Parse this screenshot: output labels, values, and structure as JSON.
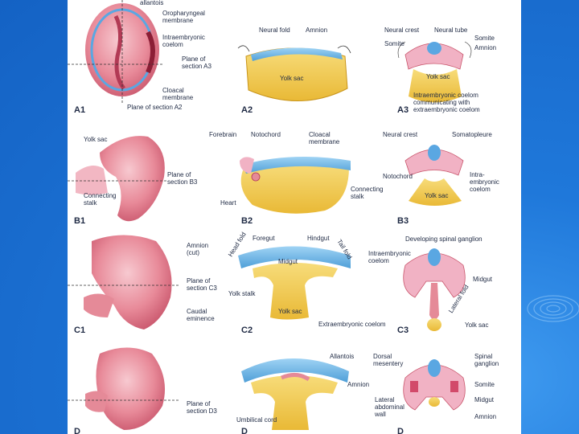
{
  "labels": {
    "allantois_top": "allantois",
    "oropharyngeal": "Oropharyngeal membrane",
    "oro1": "Oropharyngeal",
    "oro2": "membrane",
    "intraemb1": "Intraembryonic",
    "intraemb2": "coelom",
    "plane_a3_1": "Plane of",
    "plane_a3_2": "section A3",
    "cloacal1": "Cloacal",
    "cloacal2": "membrane",
    "plane_a2": "Plane of section A2",
    "neural_fold": "Neural fold",
    "amnion_a2": "Amnion",
    "yolk_sac_a2": "Yolk sac",
    "neural_crest_a3": "Neural crest",
    "neural_tube_a3": "Neural tube",
    "somite_a3a": "Somite",
    "somite_a3b": "Somite",
    "amnion_a3": "Amnion",
    "yolk_sac_a3": "Yolk sac",
    "intra_comm1": "Intraembryonic coelom",
    "intra_comm2": "communicating with",
    "intra_comm3": "extraembryonic coelom",
    "yolk_sac_b1": "Yolk sac",
    "plane_b3_1": "Plane of",
    "plane_b3_2": "section B3",
    "connecting_b1_1": "Connecting",
    "connecting_b1_2": "stalk",
    "forebrain": "Forebrain",
    "notochord_b2": "Notochord",
    "cloacal_b2_1": "Cloacal",
    "cloacal_b2_2": "membrane",
    "heart": "Heart",
    "connecting_b2_1": "Connecting",
    "connecting_b2_2": "stalk",
    "neural_crest_b3": "Neural crest",
    "somatopleure": "Somatopleure",
    "notochord_b3": "Notochord",
    "intra_b3_1": "Intra-",
    "intra_b3_2": "embryonic",
    "intra_b3_3": "coelom",
    "yolk_sac_b3": "Yolk sac",
    "amnion_cut1": "Amnion",
    "amnion_cut2": "(cut)",
    "plane_c3_1": "Plane of",
    "plane_c3_2": "section C3",
    "caudal1": "Caudal",
    "caudal2": "eminence",
    "foregut": "Foregut",
    "hindgut": "Hindgut",
    "head_fold": "Head fold",
    "tail_fold": "Tail fold",
    "midgut_c2": "Midgut",
    "yolk_stalk": "Yolk stalk",
    "yolk_sac_c2": "Yolk sac",
    "extraemb_c2": "Extraembryonic coelom",
    "dev_spinal": "Developing spinal ganglion",
    "intra_c3_1": "Intraembryonic",
    "intra_c3_2": "coelom",
    "midgut_c3": "Midgut",
    "lateral_fold": "Lateral fold",
    "yolk_sac_c3": "Yolk sac",
    "allantois_d2": "Allantois",
    "amnion_d2": "Amnion",
    "plane_d3_1": "Plane of",
    "plane_d3_2": "section D3",
    "umbilical": "Umbilical cord",
    "dorsal1": "Dorsal",
    "dorsal2": "mesentery",
    "lateral_abd1": "Lateral",
    "lateral_abd2": "abdominal",
    "lateral_abd3": "wall",
    "spinal1": "Spinal",
    "spinal2": "ganglion",
    "somite_d3": "Somite",
    "midgut_d3": "Midgut",
    "amnion_d3": "Amnion"
  },
  "panels": {
    "a1": "A1",
    "a2": "A2",
    "a3": "A3",
    "b1": "B1",
    "b2": "B2",
    "b3": "B3",
    "c1": "C1",
    "c2": "C2",
    "c3": "C3",
    "d1": "D",
    "d2": "D",
    "d3": "D"
  },
  "colors": {
    "background": "#1a6fd0",
    "embryo_pink": "#e58a98",
    "yolk": "#f3cf56",
    "ectoderm_blue": "#6fb8e8",
    "mesoderm_pink": "#f1b2c4"
  }
}
